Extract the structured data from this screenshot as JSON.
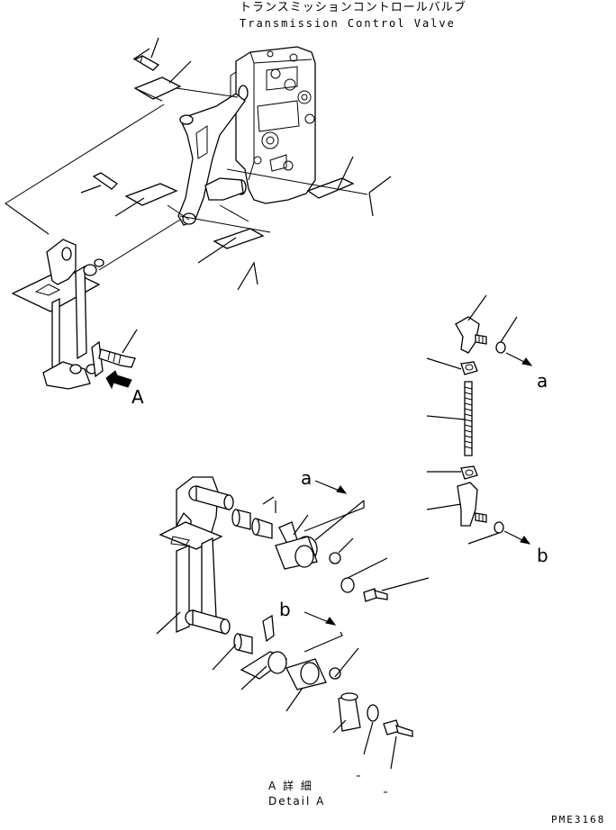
{
  "header": {
    "title_jp": "トランスミッションコントロールバルブ",
    "title_en": "Transmission Control Valve"
  },
  "labels": {
    "view_arrow": "A",
    "link_a_top": "a",
    "link_b_top": "b",
    "link_a_detail": "a",
    "link_b_detail": "b"
  },
  "footer": {
    "detail_jp": "A  詳 細",
    "detail_en": "Detail A",
    "drawing_code": "PME3168"
  }
}
